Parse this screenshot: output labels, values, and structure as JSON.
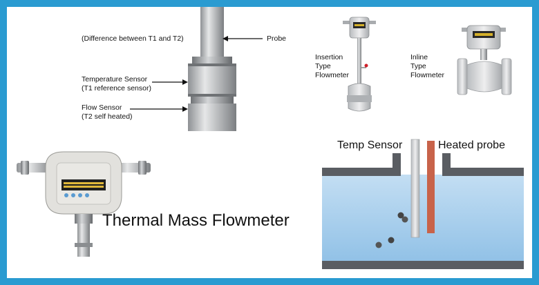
{
  "labels": {
    "difference": "(Difference between T1 and T2)",
    "probe": "Probe",
    "temp_sensor_line1": "Temperature Sensor",
    "temp_sensor_line2": "(T1 reference sensor)",
    "flow_sensor_line1": "Flow Sensor",
    "flow_sensor_line2": "(T2 self heated)",
    "insertion_line1": "Insertion",
    "insertion_line2": "Type",
    "insertion_line3": "Flowmeter",
    "inline_line1": "Inline",
    "inline_line2": "Type",
    "inline_line3": "Flowmeter",
    "main_title": "Thermal Mass Flowmeter",
    "temp_sensor_short": "Temp Sensor",
    "heated_probe": "Heated probe"
  },
  "colors": {
    "frame": "#2a9bd1",
    "water": "#9fcaea",
    "tank_wall": "#5a5d62",
    "heated_probe": "#c8634a",
    "temp_probe": "#c9cbcd"
  }
}
